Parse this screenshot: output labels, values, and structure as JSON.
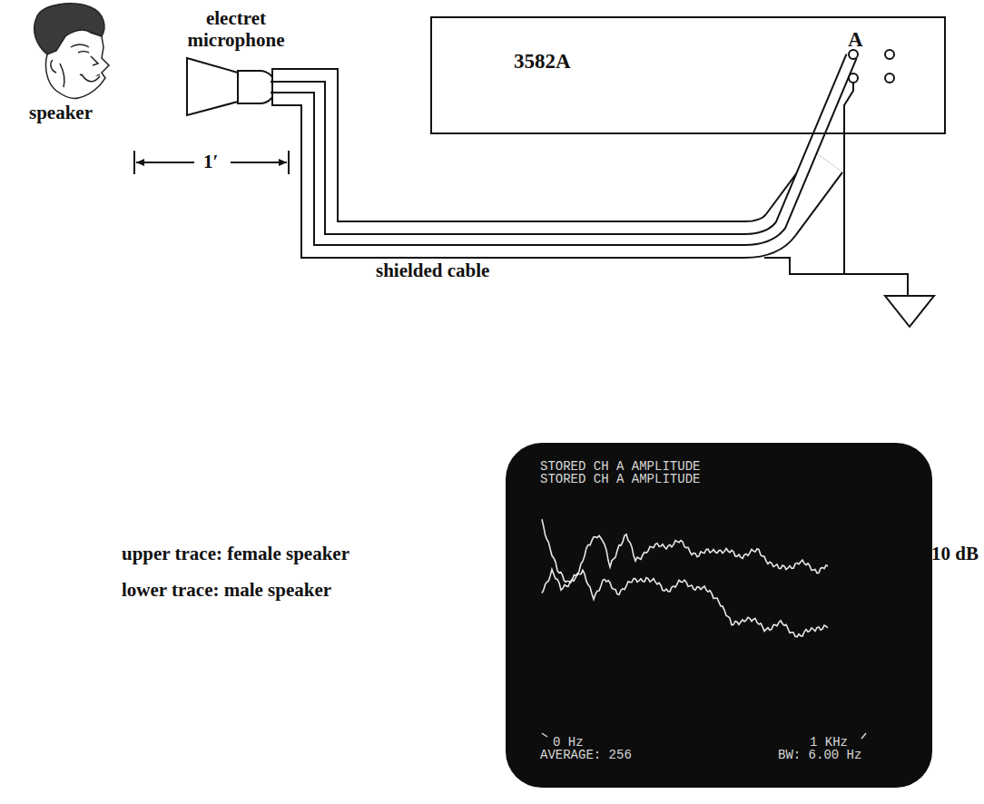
{
  "diagram": {
    "nodes": [
      {
        "text": [
          "3582A",
          "A"
        ]
      },
      {
        "text": [
          "STORED CH A AMPLITUDE",
          "STORED CH A AMPLITUDE",
          "0 Hz",
          "AVERAGE: 256",
          "1 KHz",
          "BW: 6.00 Hz"
        ]
      }
    ],
    "labels": [
      "speaker",
      "electret microphone",
      "1′",
      "shielded cable",
      "upper trace: female speaker",
      "lower trace: male speaker",
      "10 dB"
    ]
  }
}
